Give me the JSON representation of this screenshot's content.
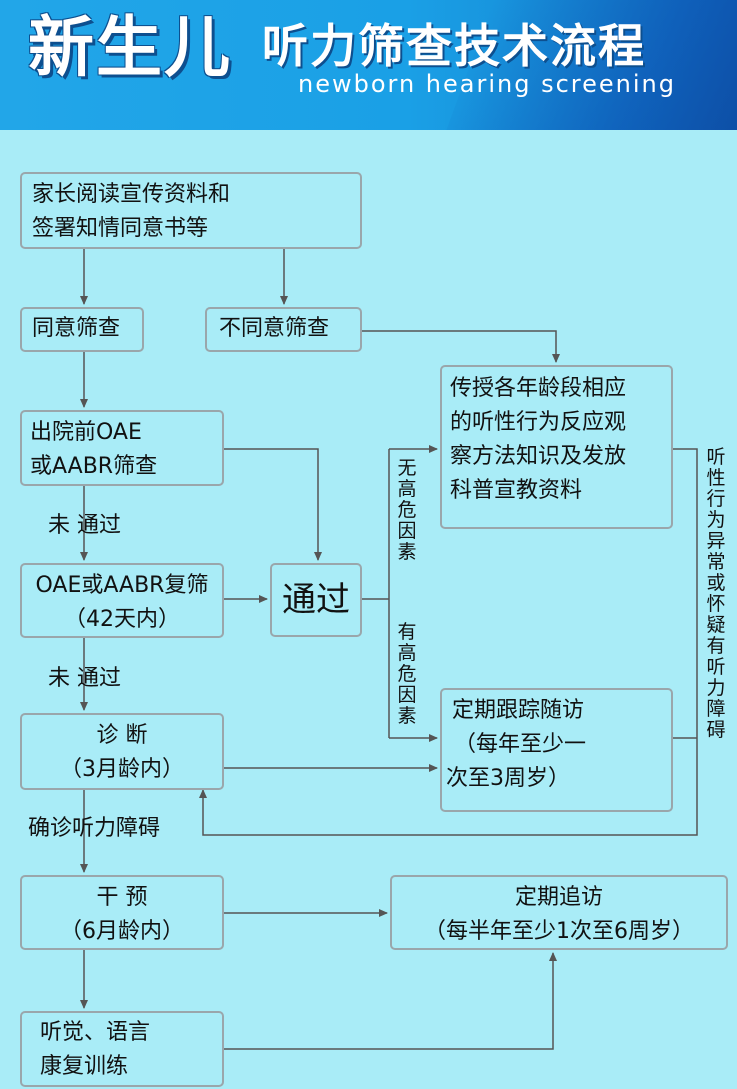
{
  "header": {
    "title_main": "新生儿",
    "title_rest": "听力筛查技术流程",
    "subtitle_en": "newborn hearing screening"
  },
  "boxes": {
    "consent": [
      "家长阅读宣传资料和",
      "签署知情同意书等"
    ],
    "agree": "同意筛查",
    "disagree": "不同意筛查",
    "first_screen": [
      "出院前OAE",
      "或AABR筛查"
    ],
    "rescreen": [
      "OAE或AABR复筛",
      "（42天内）"
    ],
    "pass": "通过",
    "education": [
      "传授各年龄段相应",
      "的听性行为反应观",
      "察方法知识及发放",
      "科普宣教资料"
    ],
    "followup": [
      "定期跟踪随访",
      "（每年至少一",
      "次至3周岁）"
    ],
    "diagnosis": [
      "诊 断",
      "（3月龄内）"
    ],
    "intervention": [
      "干 预",
      "（6月龄内）"
    ],
    "regular_visit": [
      "定期追访",
      "（每半年至少1次至6周岁）"
    ],
    "rehab": [
      "听觉、语言",
      "康复训练"
    ]
  },
  "labels": {
    "fail1": "未  通过",
    "fail2": "未  通过",
    "confirmed": "确诊听力障碍",
    "no_risk": "无高危因素",
    "has_risk": "有高危因素",
    "abnormal": "听性行为异常或怀疑有听力障碍"
  },
  "colors": {
    "background": "#a9ecf7",
    "header": "#1aa0e6",
    "line": "#555555",
    "box_border": "#9aa6ab"
  }
}
